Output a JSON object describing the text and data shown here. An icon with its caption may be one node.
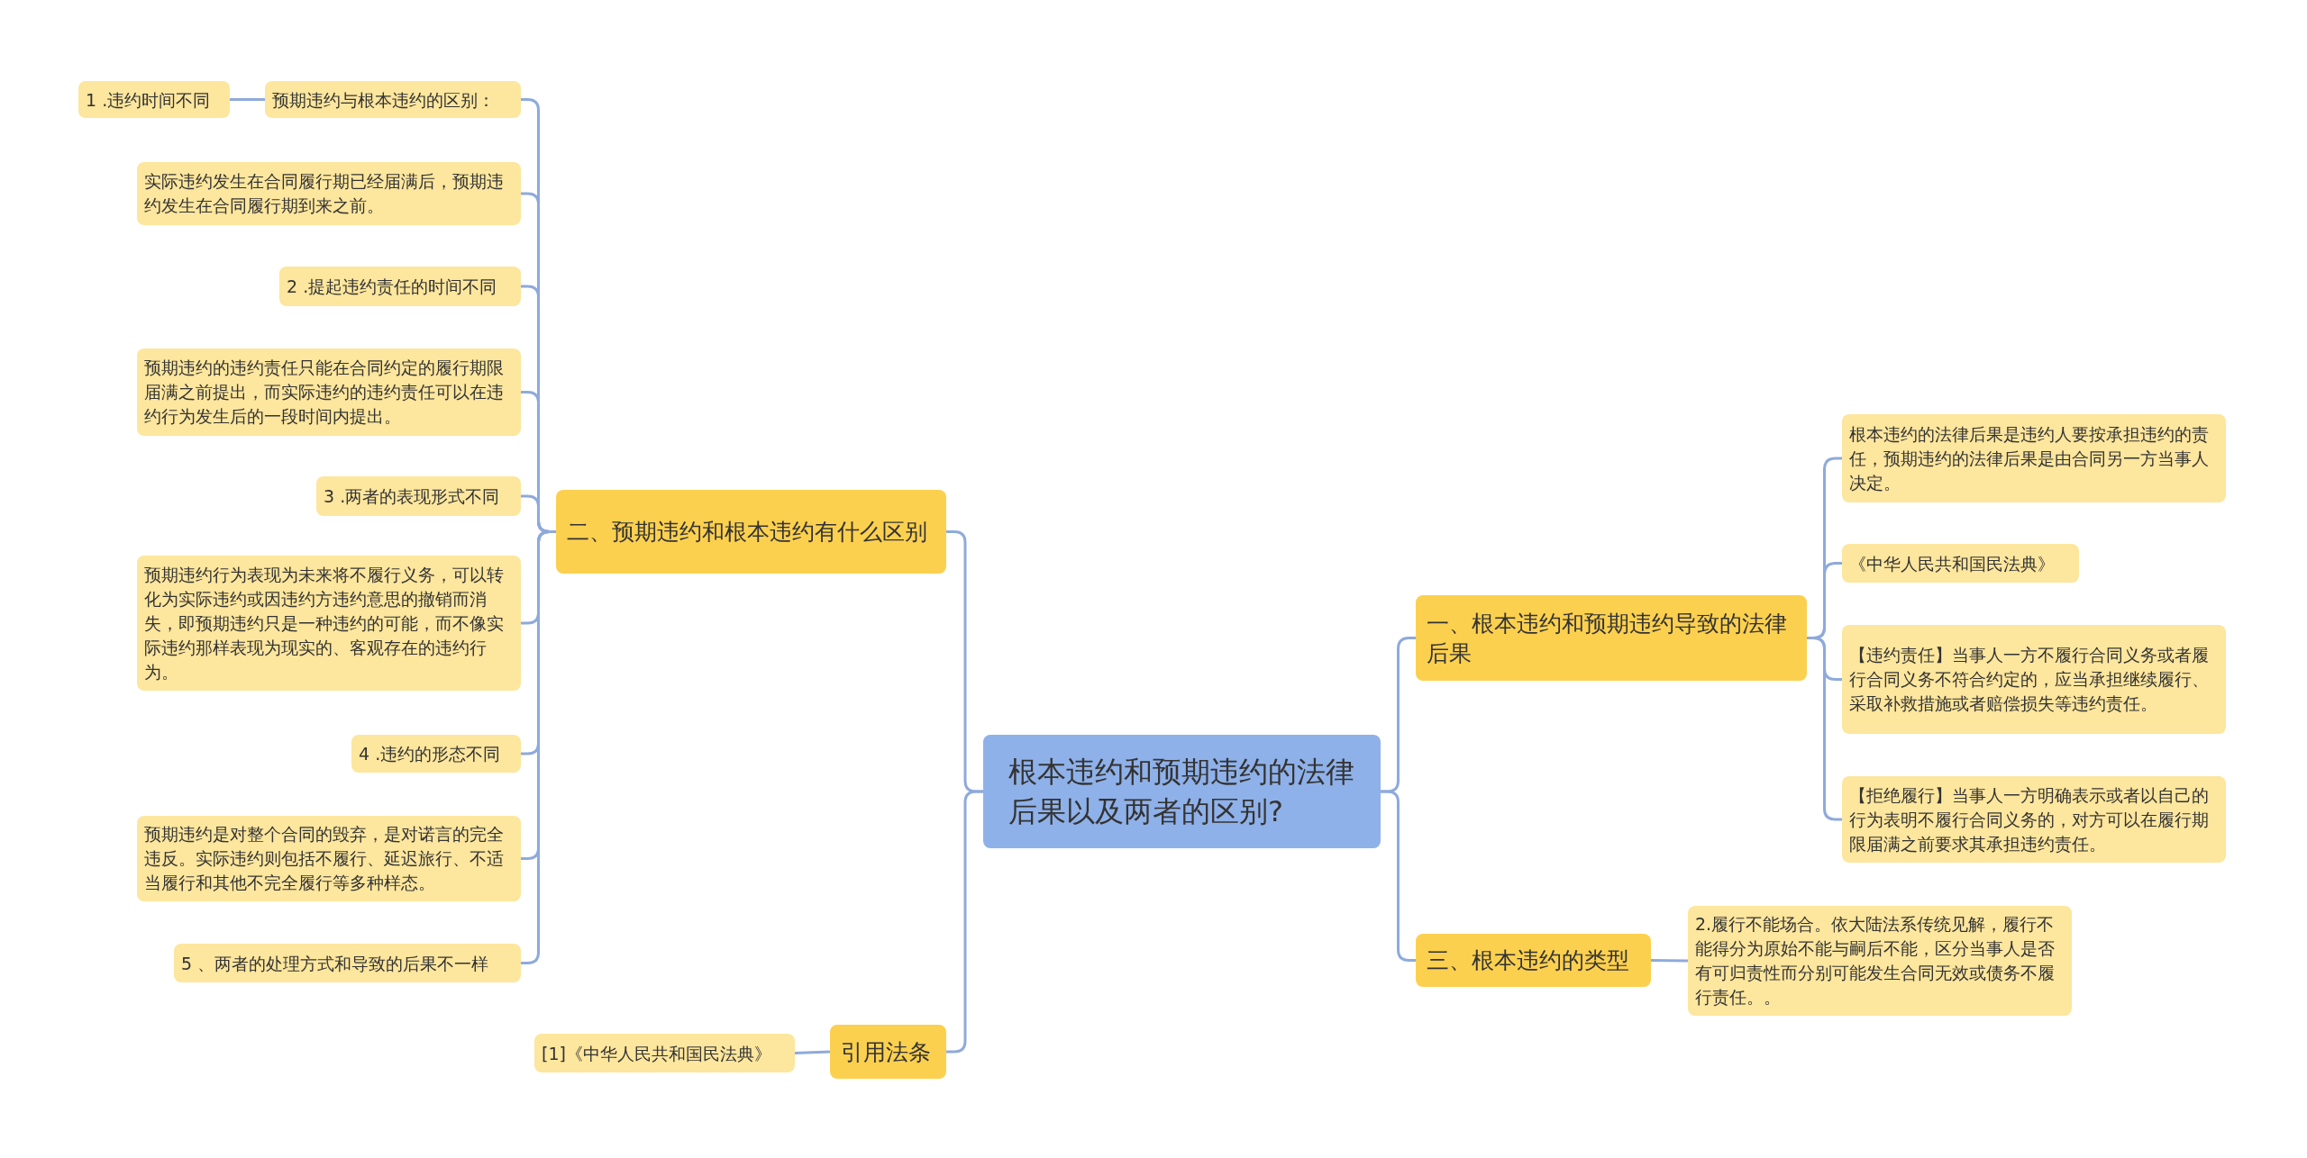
{
  "diagram": {
    "nodes": [
      {
        "text": [
          "根本违约和预期违约的法律后果以及两者的区别?"
        ]
      },
      {
        "text": [
          "二、预期违约和根本违约有什么区别"
        ]
      },
      {
        "text": [
          "预期违约与根本违约的区别："
        ]
      },
      {
        "text": [
          "1 .违约时间不同"
        ]
      },
      {
        "text": [
          "实际违约发生在合同履行期已经届满后，预期违约发生在合同履行期到来之前。"
        ]
      },
      {
        "text": [
          "2 .提起违约责任的时间不同"
        ]
      },
      {
        "text": [
          "预期违约的违约责任只能在合同约定的履行期限届满之前提出，而实际违约的违约责任可以在违约行为发生后的一段时间内提出。"
        ]
      },
      {
        "text": [
          "3 .两者的表现形式不同"
        ]
      },
      {
        "text": [
          "预期违约行为表现为未来将不履行义务，可以转化为实际违约或因违约方违约意思的撤销而消失，即预期违约只是一种违约的可能，而不像实际违约那样表现为现实的、客观存在的违约行为。"
        ]
      },
      {
        "text": [
          "4 .违约的形态不同"
        ]
      },
      {
        "text": [
          "预期违约是对整个合同的毁弃，是对诺言的完全违反。实际违约则包括不履行、延迟旅行、不适当履行和其他不完全履行等多种样态。"
        ]
      },
      {
        "text": [
          "5 、两者的处理方式和导致的后果不一样"
        ]
      },
      {
        "text": [
          "引用法条"
        ]
      },
      {
        "text": [
          "[1]《中华人民共和国民法典》"
        ]
      },
      {
        "text": [
          "一、根本违约和预期违约导致的法律后果"
        ]
      },
      {
        "text": [
          "根本违约的法律后果是违约人要按承担违约的责任，预期违约的法律后果是由合同另一方当事人决定。"
        ]
      },
      {
        "text": [
          "《中华人民共和国民法典》"
        ]
      },
      {
        "text": [
          "【违约责任】当事人一方不履行合同义务或者履行合同义务不符合约定的，应当承担继续履行、采取补救措施或者赔偿损失等违约责任。"
        ]
      },
      {
        "text": [
          "【拒绝履行】当事人一方明确表示或者以自己的行为表明不履行合同义务的，对方可以在履行期限届满之前要求其承担违约责任。"
        ]
      },
      {
        "text": [
          "三、根本违约的类型"
        ]
      },
      {
        "text": [
          "2.履行不能场合。依大陆法系传统见解，履行不能得分为原始不能与嗣后不能，区分当事人是否有可归责性而分别可能发生合同无效或债务不履行责任。。"
        ]
      }
    ],
    "edges": [
      {
        "from": 0,
        "to": 1,
        "arrow": "none"
      },
      {
        "from": 0,
        "to": 12,
        "arrow": "none"
      },
      {
        "from": 0,
        "to": 14,
        "arrow": "none"
      },
      {
        "from": 0,
        "to": 19,
        "arrow": "none"
      },
      {
        "from": 1,
        "to": 2,
        "arrow": "none"
      },
      {
        "from": 1,
        "to": 4,
        "arrow": "none"
      },
      {
        "from": 1,
        "to": 5,
        "arrow": "none"
      },
      {
        "from": 1,
        "to": 6,
        "arrow": "none"
      },
      {
        "from": 1,
        "to": 7,
        "arrow": "none"
      },
      {
        "from": 1,
        "to": 8,
        "arrow": "none"
      },
      {
        "from": 1,
        "to": 9,
        "arrow": "none"
      },
      {
        "from": 1,
        "to": 10,
        "arrow": "none"
      },
      {
        "from": 1,
        "to": 11,
        "arrow": "none"
      },
      {
        "from": 2,
        "to": 3,
        "arrow": "none"
      },
      {
        "from": 12,
        "to": 13,
        "arrow": "none"
      },
      {
        "from": 14,
        "to": 15,
        "arrow": "none"
      },
      {
        "from": 14,
        "to": 16,
        "arrow": "none"
      },
      {
        "from": 14,
        "to": 17,
        "arrow": "none"
      },
      {
        "from": 14,
        "to": 18,
        "arrow": "none"
      },
      {
        "from": 19,
        "to": 20,
        "arrow": "none"
      }
    ]
  }
}
